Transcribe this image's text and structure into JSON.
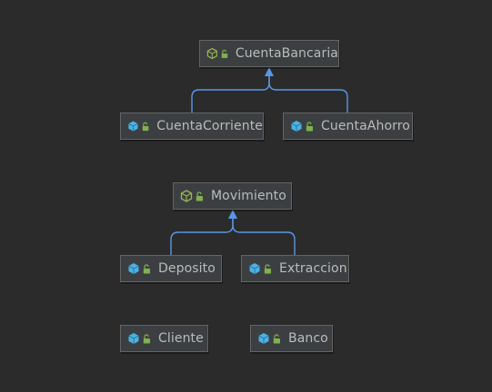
{
  "diagram": {
    "nodes": [
      {
        "id": "cuentabancaria",
        "label": "CuentaBancaria",
        "kind": "abstract",
        "icon": "abstract-class-icon"
      },
      {
        "id": "cuentacorriente",
        "label": "CuentaCorriente",
        "kind": "class",
        "icon": "class-icon"
      },
      {
        "id": "cuentaahorro",
        "label": "CuentaAhorro",
        "kind": "class",
        "icon": "class-icon"
      },
      {
        "id": "movimiento",
        "label": "Movimiento",
        "kind": "abstract",
        "icon": "abstract-class-icon"
      },
      {
        "id": "deposito",
        "label": "Deposito",
        "kind": "class",
        "icon": "class-icon"
      },
      {
        "id": "extraccion",
        "label": "Extraccion",
        "kind": "class",
        "icon": "class-icon"
      },
      {
        "id": "cliente",
        "label": "Cliente",
        "kind": "class",
        "icon": "class-icon"
      },
      {
        "id": "banco",
        "label": "Banco",
        "kind": "class",
        "icon": "class-icon"
      }
    ],
    "edges": [
      {
        "from": "cuentacorriente",
        "to": "cuentabancaria",
        "type": "extends"
      },
      {
        "from": "cuentaahorro",
        "to": "cuentabancaria",
        "type": "extends"
      },
      {
        "from": "deposito",
        "to": "movimiento",
        "type": "extends"
      },
      {
        "from": "extraccion",
        "to": "movimiento",
        "type": "extends"
      }
    ],
    "colors": {
      "background": "#2b2b2b",
      "node_fill": "#3c3f41",
      "node_border": "#646464",
      "text": "#bbbbbb",
      "edge": "#5897e6",
      "class_icon": "#4ab2e4",
      "abstract_icon": "#9ab852",
      "lock_icon": "#80b050"
    }
  }
}
